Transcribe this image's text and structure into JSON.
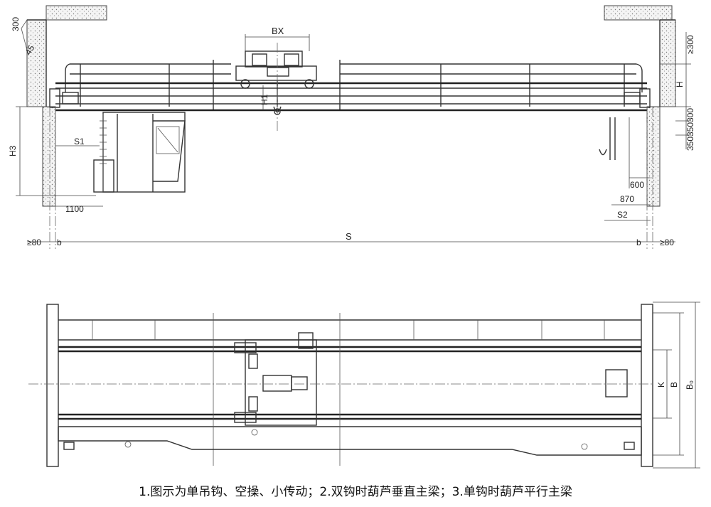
{
  "labels": {
    "bx": "BX",
    "h": "H",
    "h1": "H1",
    "h3": "H3",
    "s": "S",
    "s1": "S1",
    "s2": "S2",
    "b_left": "b",
    "b_right": "b",
    "k": "K",
    "b": "B",
    "b0": "B₀",
    "d300_left": "300",
    "d45": "45",
    "d300_right_top": "≥300",
    "d300_right": "300",
    "d350a": "350",
    "d350b": "350",
    "d600": "600",
    "d870": "870",
    "d1100": "1100",
    "d80_left": "≥80",
    "d80_right": "≥80"
  },
  "caption": "1.图示为单吊钩、空操、小传动；2.双钩时葫芦垂直主梁；3.单钩时葫芦平行主梁"
}
